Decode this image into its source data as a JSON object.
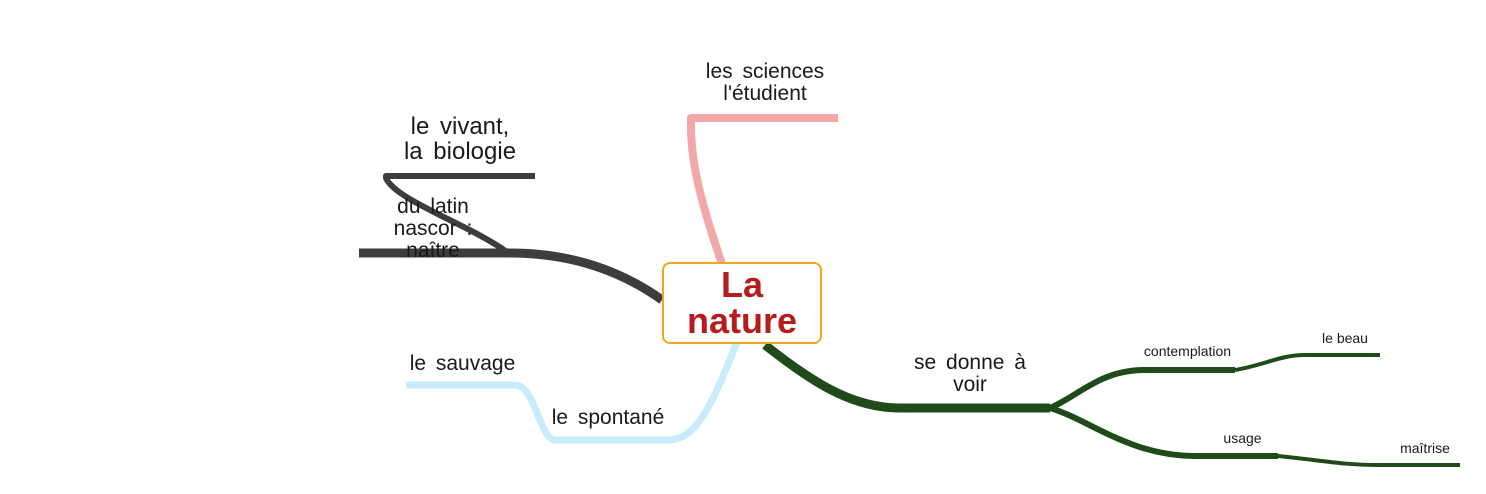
{
  "central": {
    "title": "La\nnature",
    "title_color": "#b71c1c",
    "border_color": "#f0a818"
  },
  "branches": {
    "sciences": {
      "label": "les  sciences\nl'étudient",
      "color": "#f0a8a8"
    },
    "vivant": {
      "label": "le  vivant,\nla  biologie",
      "color": "#3d3d3d"
    },
    "latin": {
      "label": "du  latin\nnascor  :\nnaître",
      "color": "#3d3d3d"
    },
    "sauvage": {
      "label": "le sauvage",
      "color": "#c8ecfc"
    },
    "spontane": {
      "label": "le spontané",
      "color": "#c8ecfc"
    },
    "donne_voir": {
      "label": "se  donne  à\nvoir",
      "color": "#1f4a1a"
    },
    "contemplation": {
      "label": "contemplation"
    },
    "beau": {
      "label": "le beau"
    },
    "usage": {
      "label": "usage"
    },
    "maitrise": {
      "label": "maîtrise"
    }
  }
}
